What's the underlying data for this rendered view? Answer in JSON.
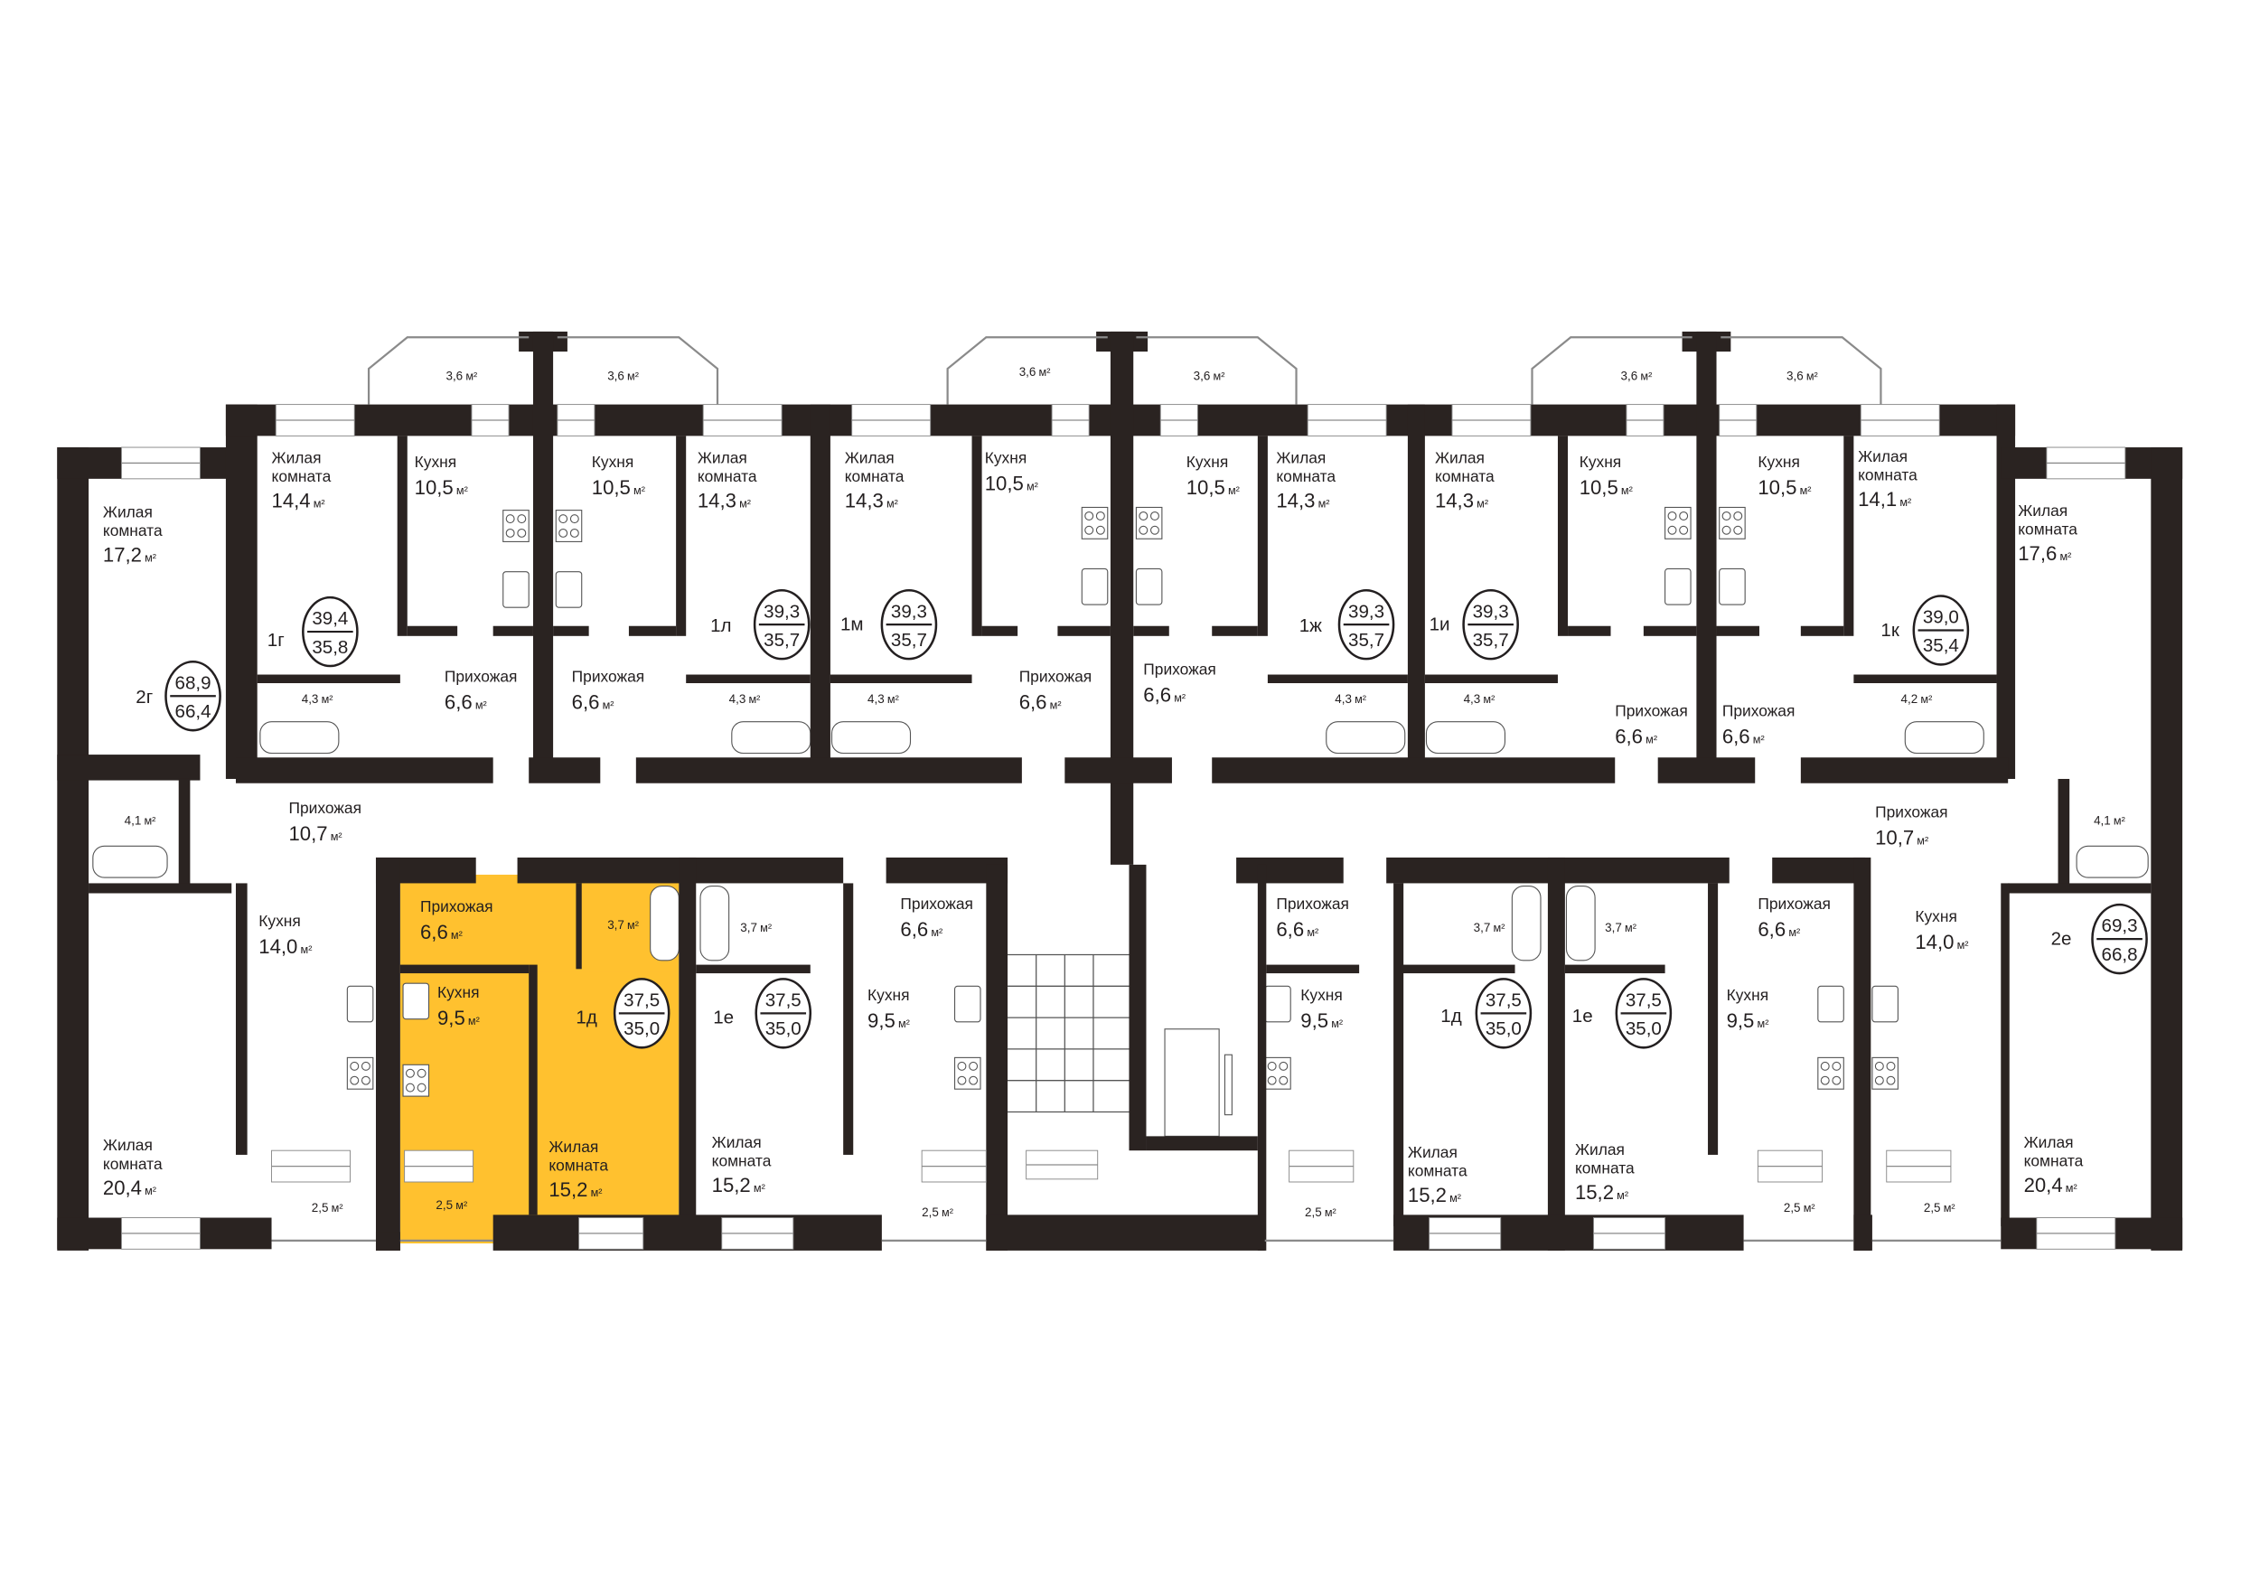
{
  "units": {
    "m2": "м²"
  },
  "labels": {
    "living_1": "Жилая",
    "living_2": "комната",
    "kitchen": "Кухня",
    "hall": "Прихожая"
  },
  "colors": {
    "wall": "#2a2321",
    "highlight": "#FFC12F"
  },
  "apartments": [
    {
      "code": "2г",
      "total": "68,9",
      "living": "66,4",
      "rooms": [
        {
          "type": "living",
          "area": "17,2"
        },
        {
          "type": "hall",
          "area": "10,7"
        },
        {
          "type": "bath",
          "area": "4,1"
        },
        {
          "type": "kitchen",
          "area": "14,0"
        },
        {
          "type": "living",
          "area": "20,4"
        },
        {
          "type": "balcony",
          "area": "2,5"
        }
      ]
    },
    {
      "code": "1г",
      "total": "39,4",
      "living": "35,8",
      "rooms": [
        {
          "type": "living",
          "area": "14,4"
        },
        {
          "type": "kitchen",
          "area": "10,5"
        },
        {
          "type": "hall",
          "area": "6,6"
        },
        {
          "type": "bath",
          "area": "4,3"
        },
        {
          "type": "balcony",
          "area": "3,6"
        }
      ]
    },
    {
      "code": "1л",
      "total": "39,3",
      "living": "35,7",
      "rooms": [
        {
          "type": "kitchen",
          "area": "10,5"
        },
        {
          "type": "hall",
          "area": "6,6"
        },
        {
          "type": "living",
          "area": "14,3"
        },
        {
          "type": "bath",
          "area": "4,3"
        },
        {
          "type": "balcony",
          "area": "3,6"
        }
      ]
    },
    {
      "code": "1м",
      "total": "39,3",
      "living": "35,7",
      "rooms": [
        {
          "type": "living",
          "area": "14,3"
        },
        {
          "type": "kitchen",
          "area": "10,5"
        },
        {
          "type": "hall",
          "area": "6,6"
        },
        {
          "type": "bath",
          "area": "4,3"
        },
        {
          "type": "balcony",
          "area": "3,6"
        }
      ]
    },
    {
      "code": "1ж",
      "total": "39,3",
      "living": "35,7",
      "rooms": [
        {
          "type": "kitchen",
          "area": "10,5"
        },
        {
          "type": "hall",
          "area": "6,6"
        },
        {
          "type": "living",
          "area": "14,3"
        },
        {
          "type": "bath",
          "area": "4,3"
        },
        {
          "type": "balcony",
          "area": "3,6"
        }
      ]
    },
    {
      "code": "1и",
      "total": "39,3",
      "living": "35,7",
      "rooms": [
        {
          "type": "living",
          "area": "14,3"
        },
        {
          "type": "kitchen",
          "area": "10,5"
        },
        {
          "type": "hall",
          "area": "6,6"
        },
        {
          "type": "bath",
          "area": "4,3"
        },
        {
          "type": "balcony",
          "area": "3,6"
        }
      ]
    },
    {
      "code": "1к",
      "total": "39,0",
      "living": "35,4",
      "rooms": [
        {
          "type": "kitchen",
          "area": "10,5"
        },
        {
          "type": "hall",
          "area": "6,6"
        },
        {
          "type": "living",
          "area": "14,1"
        },
        {
          "type": "bath",
          "area": "4,2"
        },
        {
          "type": "balcony",
          "area": "3,6"
        }
      ]
    },
    {
      "code": "2е",
      "total": "69,3",
      "living": "66,8",
      "rooms": [
        {
          "type": "living",
          "area": "17,6"
        },
        {
          "type": "hall",
          "area": "10,7"
        },
        {
          "type": "bath",
          "area": "4,1"
        },
        {
          "type": "kitchen",
          "area": "14,0"
        },
        {
          "type": "living",
          "area": "20,4"
        },
        {
          "type": "balcony",
          "area": "2,5"
        }
      ]
    },
    {
      "code": "1д",
      "total": "37,5",
      "living": "35,0",
      "highlighted": true,
      "rooms": [
        {
          "type": "hall",
          "area": "6,6"
        },
        {
          "type": "bath",
          "area": "3,7"
        },
        {
          "type": "kitchen",
          "area": "9,5"
        },
        {
          "type": "living",
          "area": "15,2"
        },
        {
          "type": "balcony",
          "area": "2,5"
        }
      ]
    },
    {
      "code": "1е",
      "total": "37,5",
      "living": "35,0",
      "rooms": [
        {
          "type": "living",
          "area": "15,2"
        },
        {
          "type": "bath",
          "area": "3,7"
        },
        {
          "type": "hall",
          "area": "6,6"
        },
        {
          "type": "kitchen",
          "area": "9,5"
        },
        {
          "type": "balcony",
          "area": "2,5"
        }
      ]
    },
    {
      "code": "1д",
      "total": "37,5",
      "living": "35,0",
      "rooms": [
        {
          "type": "hall",
          "area": "6,6"
        },
        {
          "type": "bath",
          "area": "3,7"
        },
        {
          "type": "kitchen",
          "area": "9,5"
        },
        {
          "type": "living",
          "area": "15,2"
        },
        {
          "type": "balcony",
          "area": "2,5"
        }
      ]
    },
    {
      "code": "1е",
      "total": "37,5",
      "living": "35,0",
      "rooms": [
        {
          "type": "bath",
          "area": "3,7"
        },
        {
          "type": "living",
          "area": "15,2"
        },
        {
          "type": "hall",
          "area": "6,6"
        },
        {
          "type": "kitchen",
          "area": "9,5"
        },
        {
          "type": "balcony",
          "area": "2,5"
        }
      ]
    }
  ]
}
